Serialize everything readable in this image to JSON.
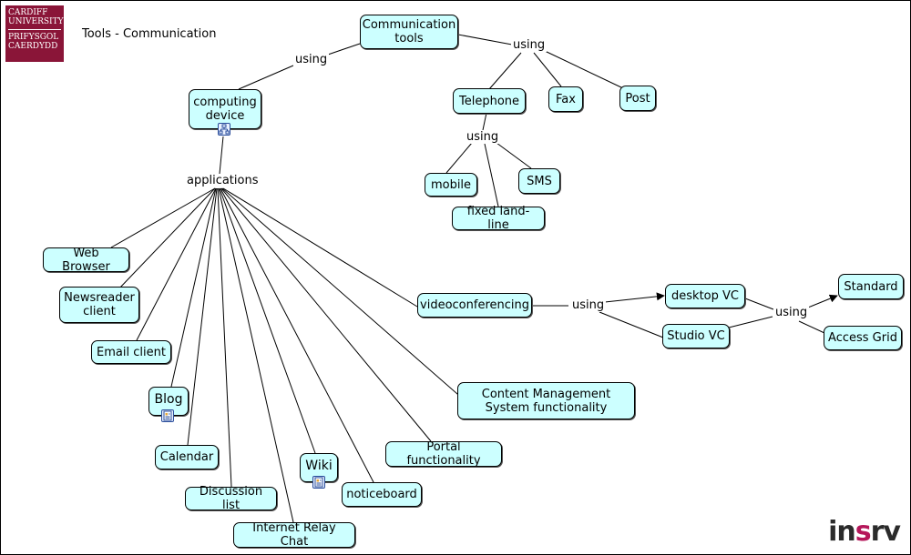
{
  "header": {
    "title": "Tools - Communication",
    "logo_lines": [
      "CARDIFF",
      "UNIVERSITY",
      "PRIFYSGOL",
      "CAERDYDD"
    ],
    "brand": "insrv"
  },
  "nodes": {
    "comm_tools": "Communication tools",
    "computing_device": "computing device",
    "telephone": "Telephone",
    "fax": "Fax",
    "post": "Post",
    "mobile": "mobile",
    "sms": "SMS",
    "fixed_line": "fixed land-line",
    "web_browser": "Web Browser",
    "newsreader": "Newsreader client",
    "email_client": "Email client",
    "blog": "Blog",
    "calendar": "Calendar",
    "discussion_list": "Discussion list",
    "irc": "Internet Relay Chat",
    "wiki": "Wiki",
    "noticeboard": "noticeboard",
    "portal": "Portal functionality",
    "cms": "Content Management System functionality",
    "videoconferencing": "videoconferencing",
    "desktop_vc": "desktop VC",
    "studio_vc": "Studio VC",
    "standard": "Standard",
    "access_grid": "Access Grid"
  },
  "linking_phrases": {
    "using_left": "using",
    "using_right": "using",
    "using_phone": "using",
    "applications": "applications",
    "using_vc": "using",
    "using_desktop": "using"
  },
  "colors": {
    "node_fill": "#ccffff",
    "logo_bg": "#8a1538",
    "brand_main": "#2b2b2b",
    "brand_accent": "#b5175a"
  },
  "icons": {
    "computing_device": "concept-map-icon",
    "blog": "document-icon",
    "wiki": "document-icon"
  }
}
